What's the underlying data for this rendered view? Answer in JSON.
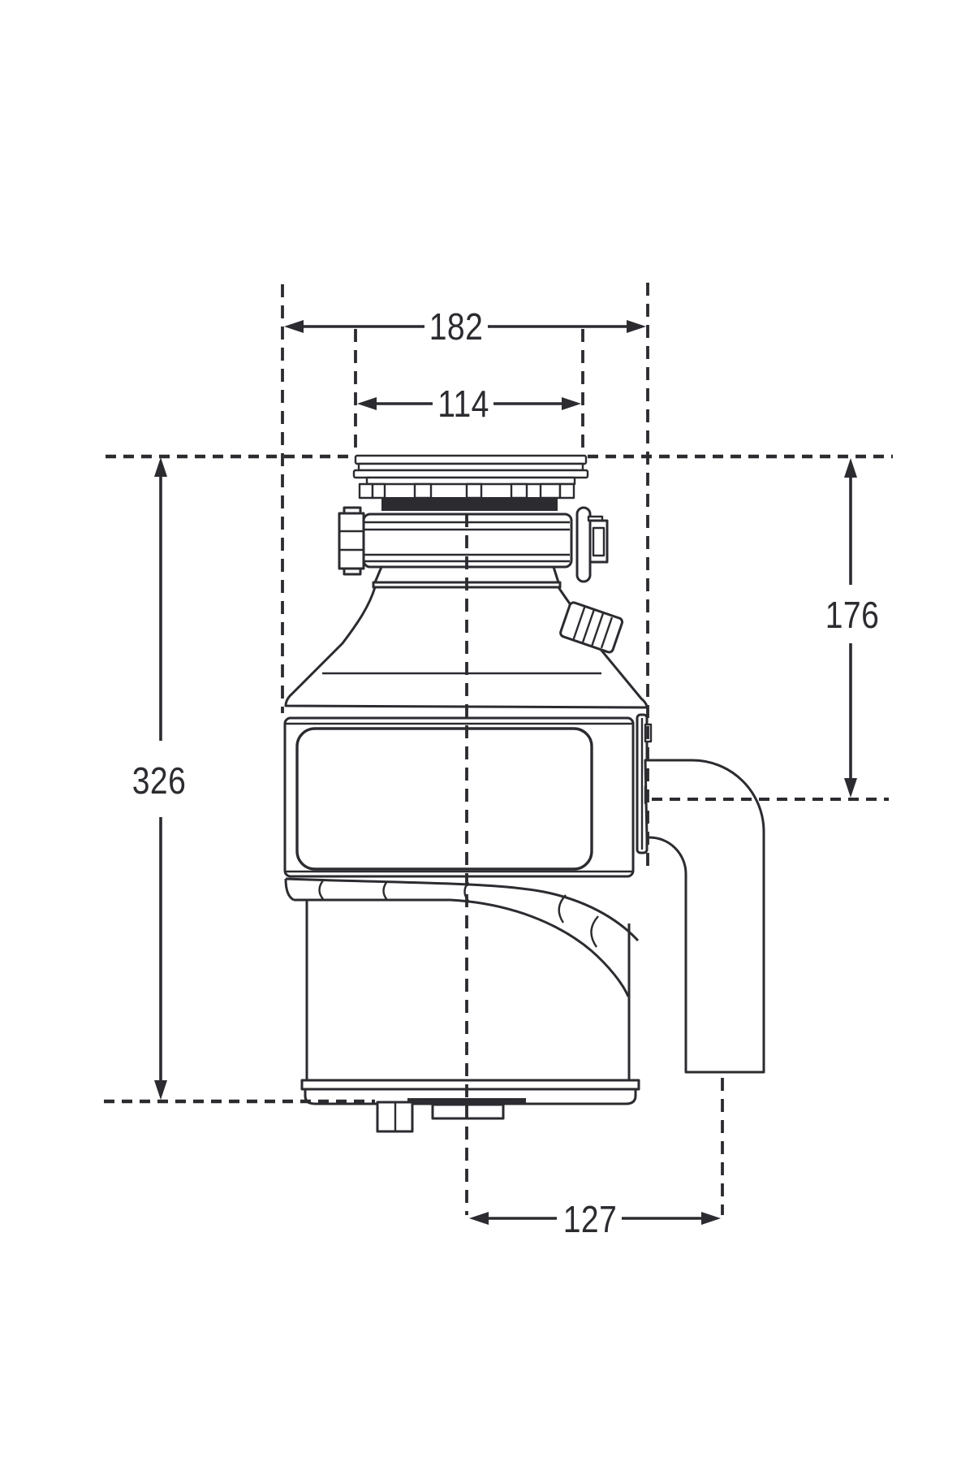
{
  "diagram": {
    "type": "technical-dimension-drawing",
    "subject": "food waste disposer, side elevation",
    "background_color": "#ffffff",
    "line_color": "#2b2b30",
    "dimensions": {
      "overall_width": "182",
      "sink_flange_width": "114",
      "overall_height": "326",
      "height_below_sink": "176",
      "outlet_offset": "127"
    }
  }
}
